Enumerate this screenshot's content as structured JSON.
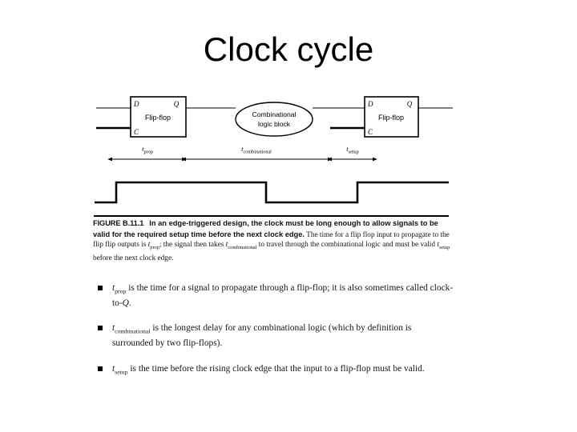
{
  "slide": {
    "title": "Clock cycle",
    "background_color": "#ffffff",
    "ink_color": "#000000"
  },
  "diagram": {
    "flipflop_left": {
      "label": "Flip-flop",
      "pin_d": "D",
      "pin_q": "Q",
      "pin_c": "C"
    },
    "combinational_block": {
      "line1": "Combinational",
      "line2": "logic block"
    },
    "flipflop_right": {
      "label": "Flip-flop",
      "pin_d": "D",
      "pin_q": "Q",
      "pin_c": "C"
    },
    "timing": [
      {
        "name": "t-prop",
        "base": "t",
        "sub": "prop"
      },
      {
        "name": "t-combinational",
        "base": "t",
        "sub": "combinational"
      },
      {
        "name": "t-setup",
        "base": "t",
        "sub": "setup"
      }
    ],
    "waveform": {
      "name": "clock-waveform",
      "description": "square wave: low, high, low, high"
    }
  },
  "caption": {
    "figure_label": "FIGURE B.11.1",
    "bold_text": "In an edge-triggered design, the clock must be long enough to allow signals to be valid for the required setup time before the next clock edge.",
    "rest_part1": "The time for a flip flop input to propagate to the flip flip outputs is ",
    "rest_var1_base": "t",
    "rest_var1_sub": "prop",
    "rest_part2": "; the signal then takes ",
    "rest_var2_base": "t",
    "rest_var2_sub": "combinational",
    "rest_part3": " to travel through the combinational logic and must be valid ",
    "rest_var3_base": "t",
    "rest_var3_sub": "setup",
    "rest_part4": " before the next clock edge."
  },
  "bullets": [
    {
      "var_base": "t",
      "var_sub": "prop",
      "text": " is the time for a signal to propagate through a flip-flop; it is also sometimes called clock-to-",
      "tail_italic": "Q",
      "tail": "."
    },
    {
      "var_base": "t",
      "var_sub": "combinational",
      "text": " is the longest delay for any combinational logic (which by definition is surrounded by two flip-flops).",
      "tail_italic": "",
      "tail": ""
    },
    {
      "var_base": "t",
      "var_sub": "setup",
      "text": " is the time before the rising clock edge that the input to a flip-flop must be valid.",
      "tail_italic": "",
      "tail": ""
    }
  ]
}
